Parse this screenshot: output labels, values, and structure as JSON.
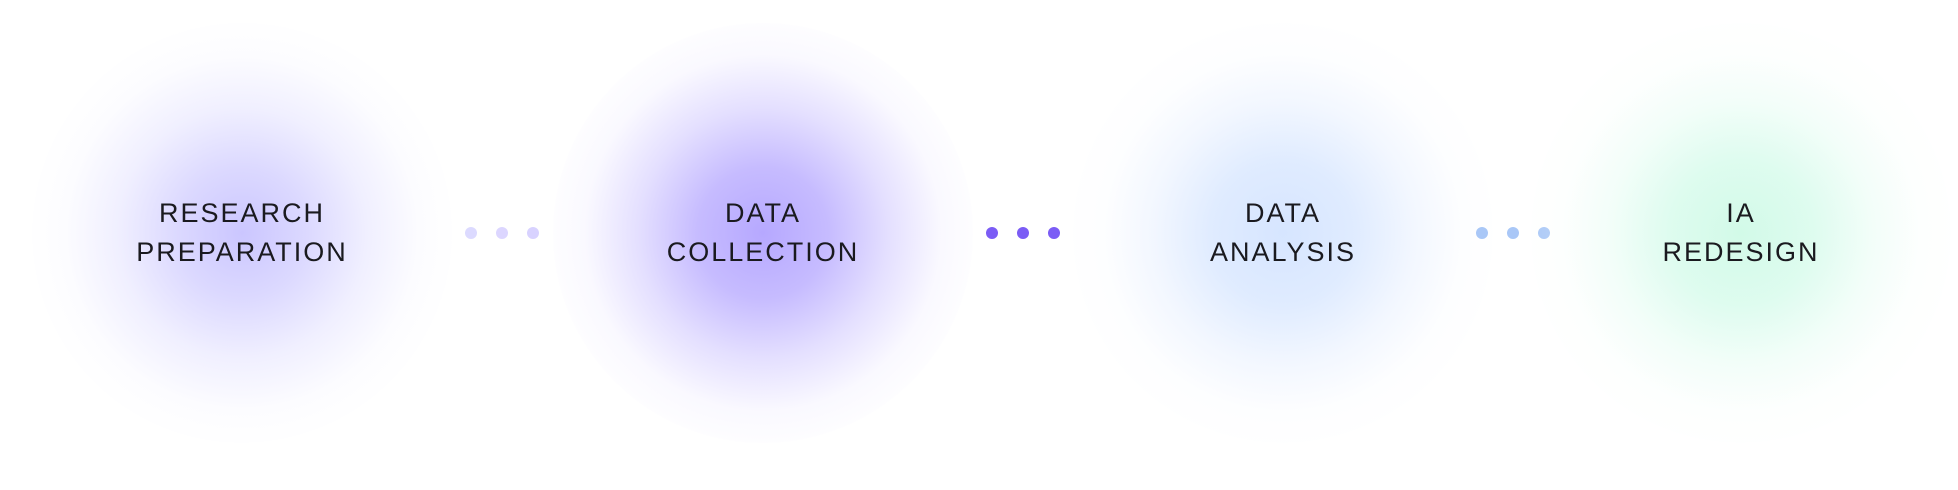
{
  "steps": [
    {
      "line1": "RESEARCH",
      "line2": "PREPARATION",
      "color": "#c8c3ff"
    },
    {
      "line1": "DATA",
      "line2": "COLLECTION",
      "color": "#b6a8ff"
    },
    {
      "line1": "DATA",
      "line2": "ANALYSIS",
      "color": "#d6e5ff"
    },
    {
      "line1": "IA",
      "line2": "REDESIGN",
      "color": "#d2fae8"
    }
  ],
  "connectors": [
    {
      "dot_colors": [
        "#dcdaff",
        "#dcd6ff",
        "#d8d2ff"
      ]
    },
    {
      "dot_colors": [
        "#7b5cf5",
        "#7b5cf5",
        "#7b5cf5"
      ]
    },
    {
      "dot_colors": [
        "#a9c7f7",
        "#a9c7f7",
        "#a9c7f7"
      ]
    }
  ]
}
